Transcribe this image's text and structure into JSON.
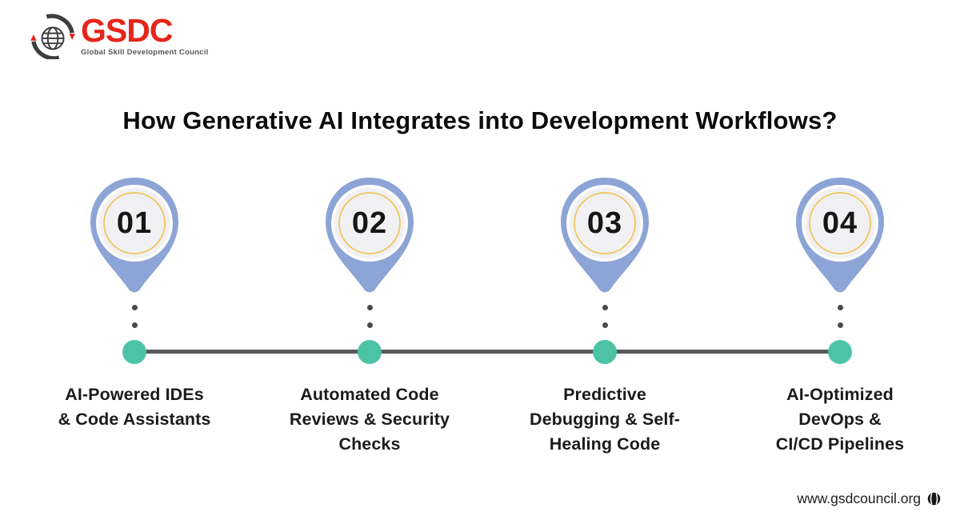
{
  "logo": {
    "name": "GSDC",
    "tagline": "Global Skill Development Council",
    "brand_color": "#E4251B"
  },
  "title": "How Generative AI Integrates into Development Workflows?",
  "steps": [
    {
      "number": "01",
      "label": "AI-Powered IDEs\n& Code Assistants"
    },
    {
      "number": "02",
      "label": "Automated Code\nReviews & Security\nChecks"
    },
    {
      "number": "03",
      "label": "Predictive\nDebugging & Self-\nHealing Code"
    },
    {
      "number": "04",
      "label": "AI-Optimized\nDevOps &\nCI/CD Pipelines"
    }
  ],
  "footer": {
    "website": "www.gsdcouncil.org"
  },
  "colors": {
    "pin_blue": "#8DA4D6",
    "pin_circle_fill": "#F1F1F4",
    "ring_yellow": "#F2C45A",
    "node_teal": "#4CC3A6",
    "line_gray": "#58595B",
    "connector_dot_gray": "#4A4A4A",
    "text_dark": "#1B1B1B"
  },
  "icons": {
    "logo_mark": "globe-with-circular-arrows",
    "footer_icon": "globe"
  }
}
